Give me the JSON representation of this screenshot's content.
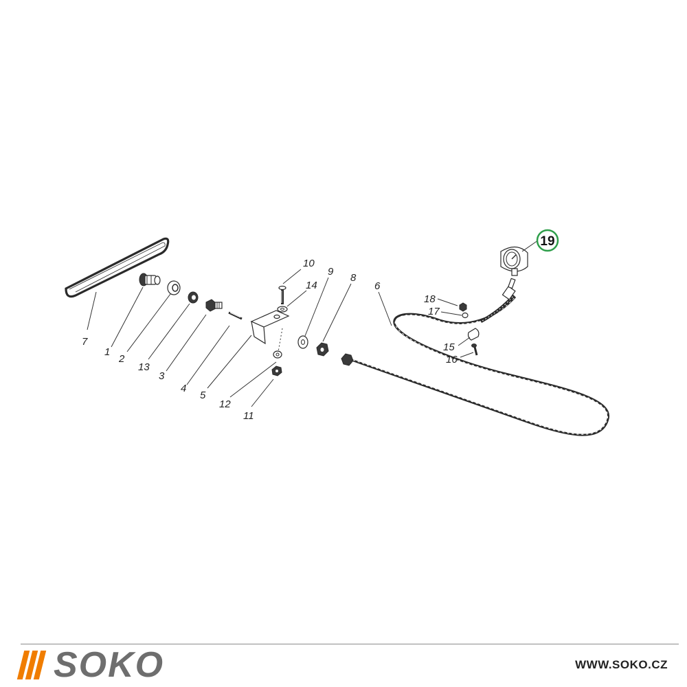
{
  "diagram": {
    "callouts": {
      "c1": "1",
      "c2": "2",
      "c3": "3",
      "c4": "4",
      "c5": "5",
      "c6": "6",
      "c7": "7",
      "c8": "8",
      "c9": "9",
      "c10": "10",
      "c11": "11",
      "c12": "12",
      "c13": "13",
      "c14": "14",
      "c15": "15",
      "c16": "16",
      "c17": "17",
      "c18": "18"
    },
    "highlighted_part": {
      "label": "19",
      "ring_color": "#2e9e4a"
    }
  },
  "footer": {
    "brand_name": "SOKO",
    "brand_accent": "#f07d00",
    "website": "WWW.SOKO.CZ"
  }
}
